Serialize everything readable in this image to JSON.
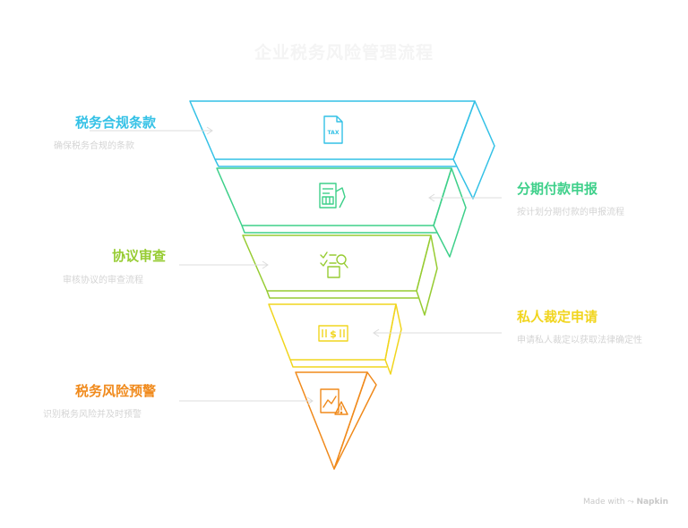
{
  "title": "企业税务风险管理流程",
  "stages": [
    {
      "label": "税务合规条款",
      "desc": "确保税务合规的条款",
      "color": "#34c1e6",
      "icon": "tax-document-icon"
    },
    {
      "label": "分期付款申报",
      "desc": "按计划分期付款的申报流程",
      "color": "#3ed08a",
      "icon": "calculator-form-icon"
    },
    {
      "label": "协议审查",
      "desc": "审核协议的审查流程",
      "color": "#97cc33",
      "icon": "checklist-review-icon"
    },
    {
      "label": "私人裁定申请",
      "desc": "申请私人裁定以获取法律确定性",
      "color": "#f1d51e",
      "icon": "money-bill-icon"
    },
    {
      "label": "税务风险预警",
      "desc": "识别税务风险并及时预警",
      "color": "#f08a1c",
      "icon": "chart-warning-icon"
    }
  ],
  "tax_icon_text": "TAX",
  "credit": {
    "prefix": "Made with",
    "brand": "Napkin"
  }
}
